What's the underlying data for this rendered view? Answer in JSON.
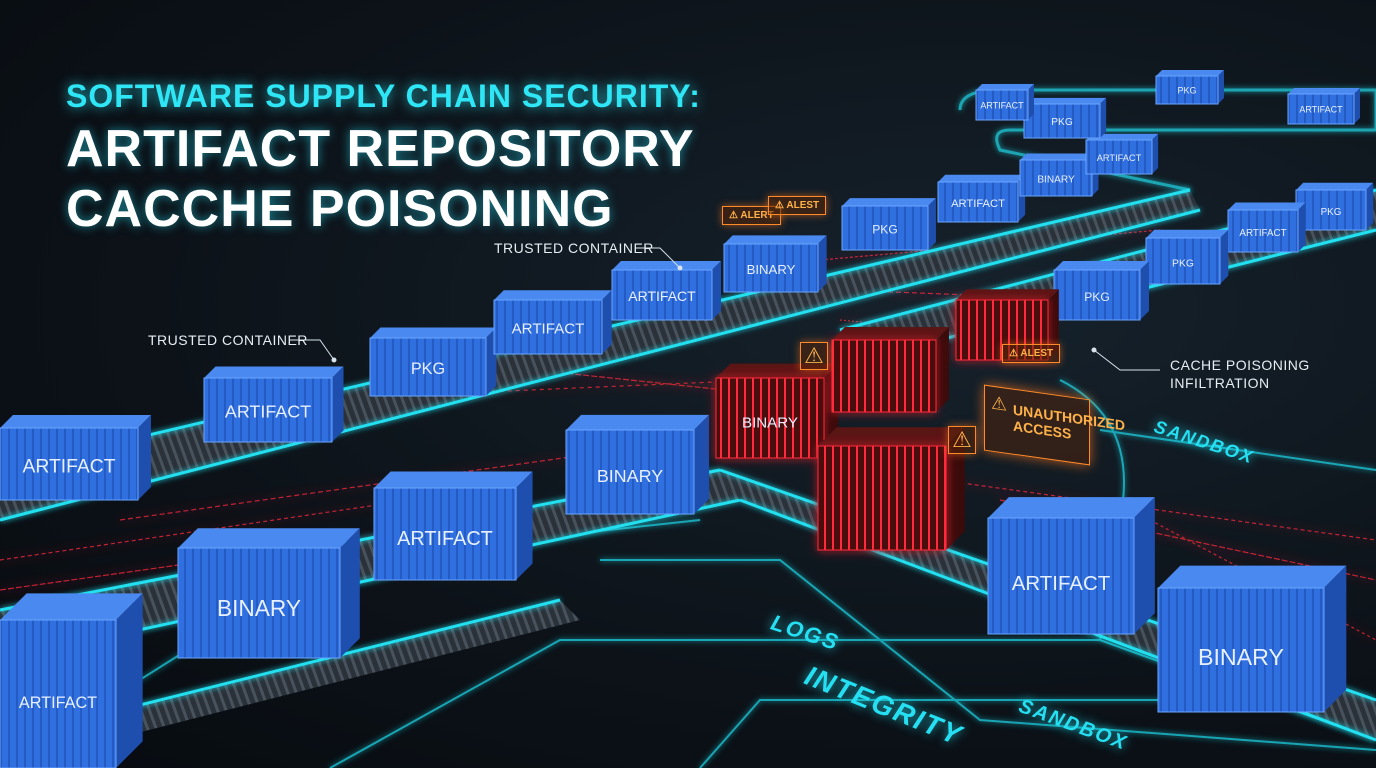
{
  "title": {
    "line1": "SOFTWARE SUPPLY CHAIN SECURITY:",
    "line2": "ARTIFACT REPOSITORY",
    "line3": "CACCHE POISONING"
  },
  "callouts": {
    "trusted_left": "TRUSTED CONTAINER",
    "trusted_top": "TRUSTED CONTAINER",
    "cache_poisoning": "CACHE POISONING INFILTRATION"
  },
  "alerts": {
    "alert_1": "⚠ ALERT",
    "alert_2": "⚠ ALEST",
    "alert_3": "⚠ ALEST",
    "unauthorized_line1": "UNAUTHORIZED",
    "unauthorized_line2": "ACCESS",
    "warning_glyph": "⚠"
  },
  "floor_labels": {
    "logs": "LOGS",
    "integrity": "INTEGRITY",
    "sandbox_bottom": "SANDBOX",
    "sandbox_right": "SANDBOX"
  },
  "containers": [
    {
      "label": "ARTIFACT",
      "state": "trusted"
    },
    {
      "label": "ARTIFACT",
      "state": "trusted"
    },
    {
      "label": "PKG",
      "state": "trusted"
    },
    {
      "label": "ARTIFACT",
      "state": "trusted"
    },
    {
      "label": "ARTIFACT",
      "state": "trusted"
    },
    {
      "label": "BINARY",
      "state": "trusted"
    },
    {
      "label": "PKG",
      "state": "trusted"
    },
    {
      "label": "ARTIFACT",
      "state": "trusted"
    },
    {
      "label": "BINARY",
      "state": "trusted"
    },
    {
      "label": "ARTIFACT",
      "state": "trusted"
    },
    {
      "label": "PKG",
      "state": "trusted"
    },
    {
      "label": "ARTIFACT",
      "state": "trusted"
    },
    {
      "label": "PKG",
      "state": "trusted"
    },
    {
      "label": "ARTIFACT",
      "state": "trusted"
    },
    {
      "label": "PKG",
      "state": "trusted"
    },
    {
      "label": "ARTIFACT",
      "state": "trusted"
    },
    {
      "label": "PKG",
      "state": "trusted"
    },
    {
      "label": "PKG",
      "state": "trusted"
    },
    {
      "label": "ARTIFACT",
      "state": "trusted"
    },
    {
      "label": "BINARY",
      "state": "trusted"
    },
    {
      "label": "ARTIFACT",
      "state": "trusted"
    },
    {
      "label": "BINARY",
      "state": "trusted"
    },
    {
      "label": "BINARY",
      "state": "poisoned"
    },
    {
      "label": "",
      "state": "poisoned"
    },
    {
      "label": "",
      "state": "poisoned"
    },
    {
      "label": "",
      "state": "poisoned"
    }
  ],
  "colors": {
    "container_blue": "#2f6fe0",
    "conveyor_glow": "#22e0f0",
    "poison_red": "#ff2a3a",
    "alert_orange": "#ff8a2a"
  }
}
